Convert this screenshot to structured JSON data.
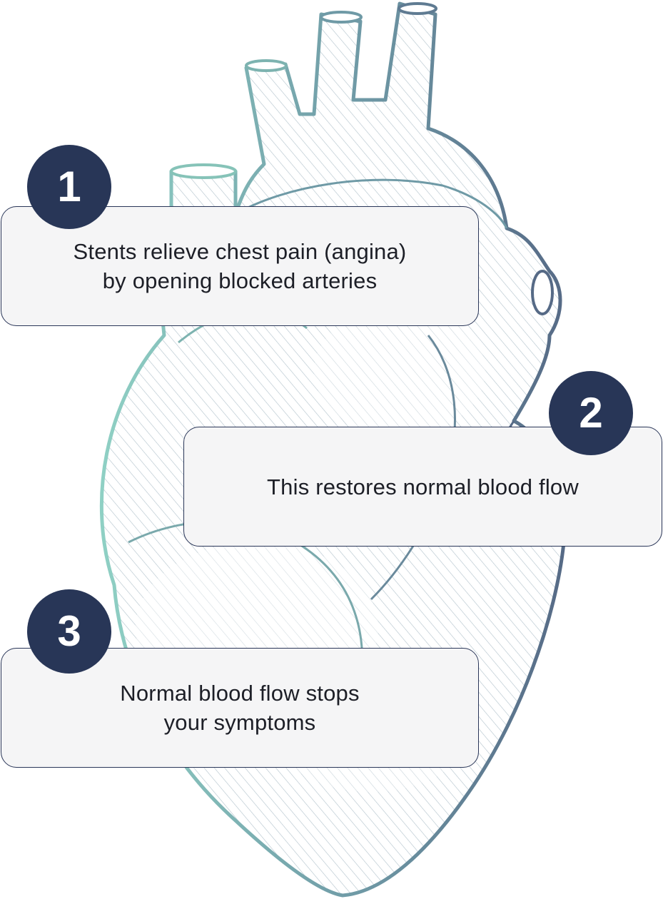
{
  "illustration": {
    "icon": "heart-illustration-icon",
    "colors": {
      "teal": "#8cc9bf",
      "slate": "#566a86",
      "mid": "#6f9aa6"
    }
  },
  "steps": [
    {
      "number": "1",
      "text": "Stents relieve chest pain (angina)\nby opening blocked arteries"
    },
    {
      "number": "2",
      "text": "This restores normal blood flow"
    },
    {
      "number": "3",
      "text": "Normal blood flow stops\nyour symptoms"
    }
  ],
  "colors": {
    "badge": "#283657",
    "box_border": "#2a3658",
    "box_fill": "#f5f5f6",
    "text": "#1d1f27"
  }
}
